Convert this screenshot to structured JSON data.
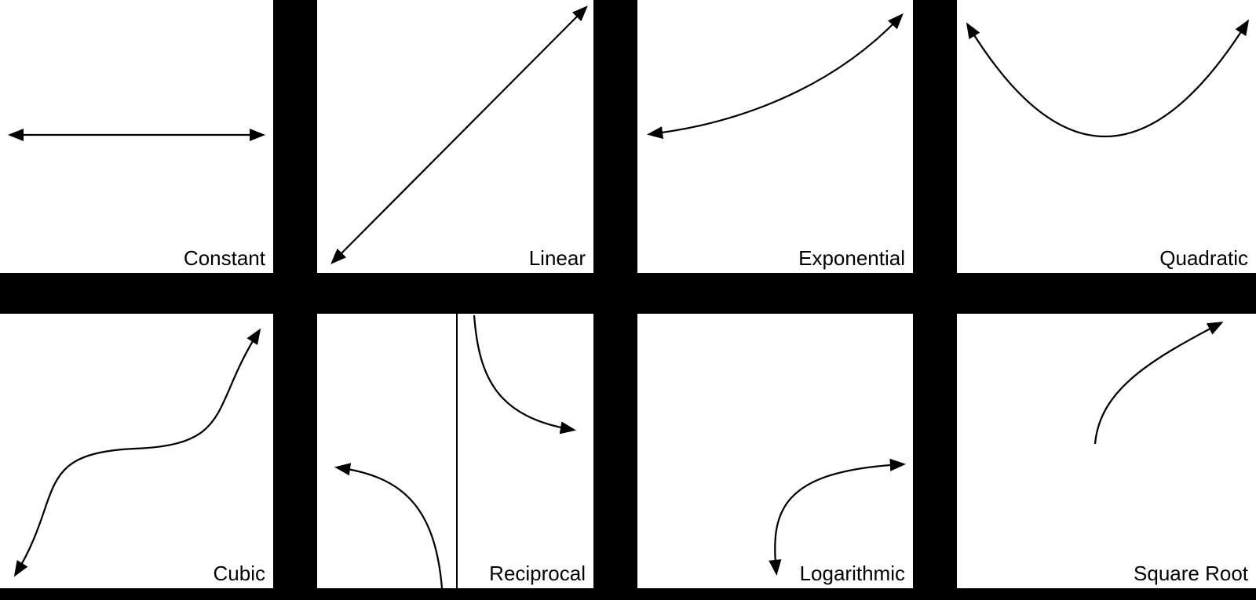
{
  "colors": {
    "background": "#000000",
    "panel_background": "#ffffff",
    "curve_stroke": "#000000",
    "label_text": "#000000"
  },
  "panels": [
    {
      "id": "constant",
      "label": "Constant"
    },
    {
      "id": "linear",
      "label": "Linear"
    },
    {
      "id": "exponential",
      "label": "Exponential"
    },
    {
      "id": "quadratic",
      "label": "Quadratic"
    },
    {
      "id": "cubic",
      "label": "Cubic"
    },
    {
      "id": "reciprocal",
      "label": "Reciprocal"
    },
    {
      "id": "logarithmic",
      "label": "Logarithmic"
    },
    {
      "id": "square-root",
      "label": "Square Root"
    }
  ]
}
